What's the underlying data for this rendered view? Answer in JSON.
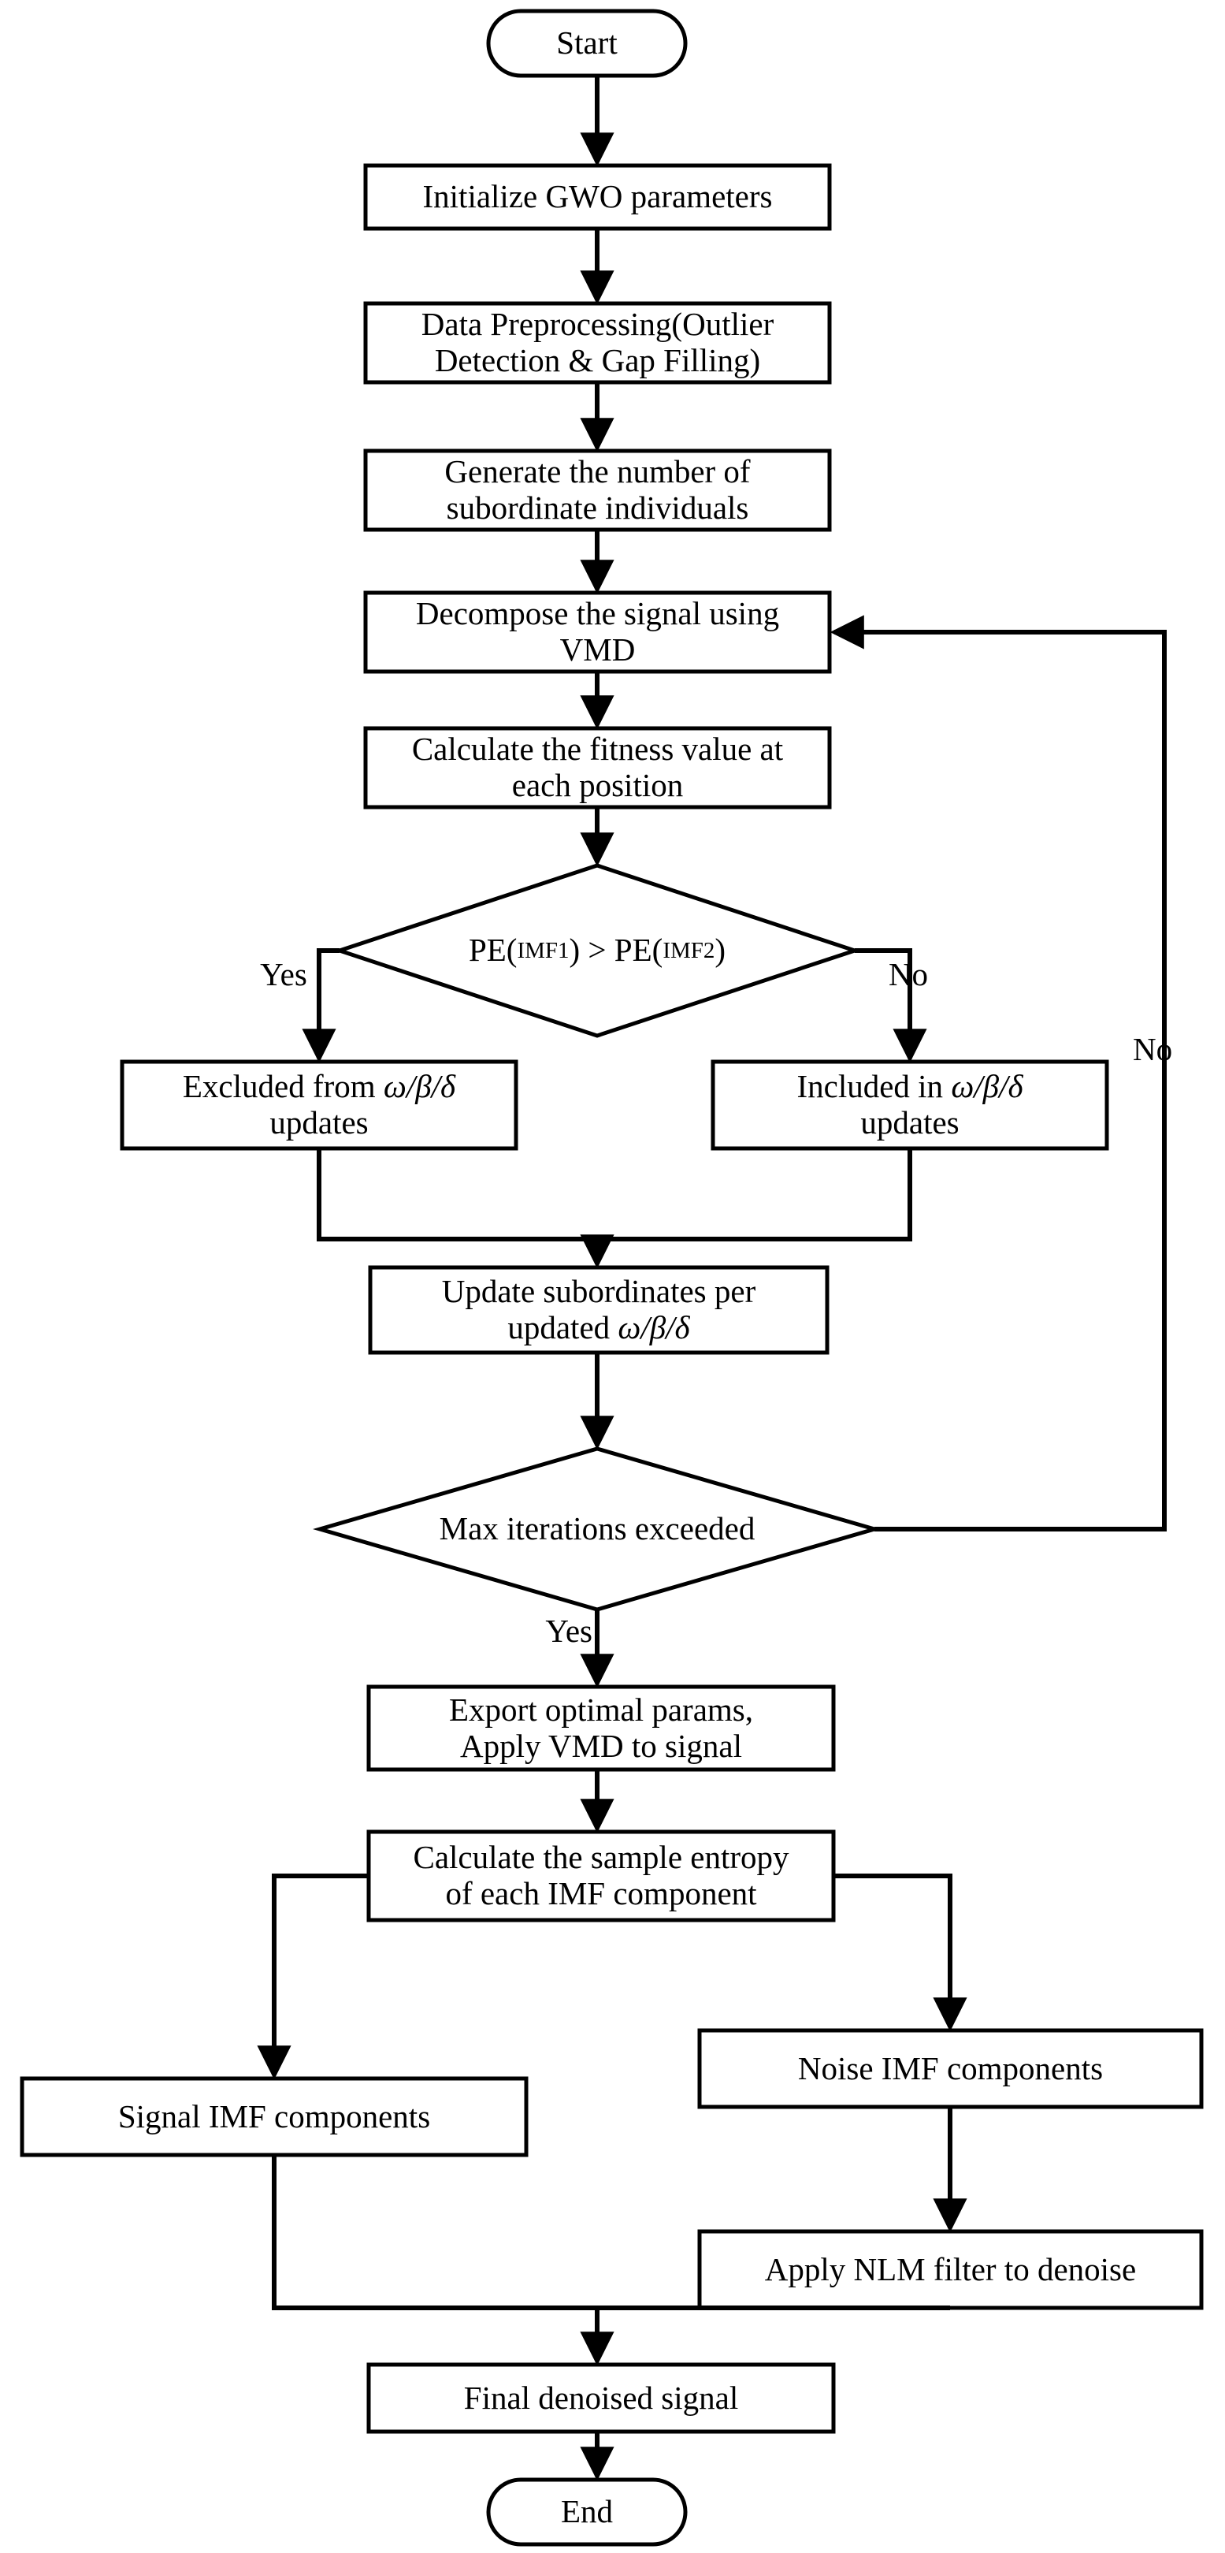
{
  "diagram": {
    "title": "GWO-VMD signal denoising flowchart",
    "stroke_color": "#000000",
    "fill_color": "#ffffff",
    "background": "#ffffff"
  },
  "nodes": {
    "start": {
      "id": "start",
      "shape": "terminator",
      "label": "Start"
    },
    "init_gwo": {
      "id": "init_gwo",
      "shape": "process",
      "label": "Initialize GWO parameters"
    },
    "preprocess": {
      "id": "preprocess",
      "shape": "process",
      "label": "Data Preprocessing(Outlier\nDetection & Gap Filling)"
    },
    "generate_subs": {
      "id": "generate_subs",
      "shape": "process",
      "label": "Generate the number of\nsubordinate individuals"
    },
    "decompose_vmd": {
      "id": "decompose_vmd",
      "shape": "process",
      "label": "Decompose the signal using\nVMD"
    },
    "calc_fitness": {
      "id": "calc_fitness",
      "shape": "process",
      "label": "Calculate the fitness value at\neach position"
    },
    "pe_compare": {
      "id": "pe_compare",
      "shape": "decision",
      "label_prefix": "PE(",
      "label_sub1": "IMF1",
      "label_mid": ") > PE(",
      "label_sub2": "IMF2",
      "label_suffix": ")"
    },
    "excluded": {
      "id": "excluded",
      "shape": "process",
      "label_line1_pre": "Excluded from ",
      "label_greek": "ω/β/δ",
      "label_line2": "updates"
    },
    "included": {
      "id": "included",
      "shape": "process",
      "label_line1_pre": "Included in ",
      "label_greek": "ω/β/δ",
      "label_line2": "updates"
    },
    "update_subs": {
      "id": "update_subs",
      "shape": "process",
      "label_line1": "Update subordinates per",
      "label_line2_pre": "updated ",
      "label_greek": "ω/β/δ"
    },
    "max_iter": {
      "id": "max_iter",
      "shape": "decision",
      "label": "Max iterations exceeded"
    },
    "export_params": {
      "id": "export_params",
      "shape": "process",
      "label": "Export optimal params,\nApply VMD to signal"
    },
    "calc_sampen": {
      "id": "calc_sampen",
      "shape": "process",
      "label": "Calculate the sample entropy\nof each IMF component"
    },
    "signal_imf": {
      "id": "signal_imf",
      "shape": "process",
      "label": "Signal IMF components"
    },
    "noise_imf": {
      "id": "noise_imf",
      "shape": "process",
      "label": "Noise IMF components"
    },
    "nlm_filter": {
      "id": "nlm_filter",
      "shape": "process",
      "label": "Apply NLM filter to denoise"
    },
    "final_signal": {
      "id": "final_signal",
      "shape": "process",
      "label": "Final denoised signal"
    },
    "end": {
      "id": "end",
      "shape": "terminator",
      "label": "End"
    }
  },
  "edge_labels": {
    "pe_yes": "Yes",
    "pe_no": "No",
    "max_iter_yes": "Yes",
    "max_iter_no": "No"
  }
}
